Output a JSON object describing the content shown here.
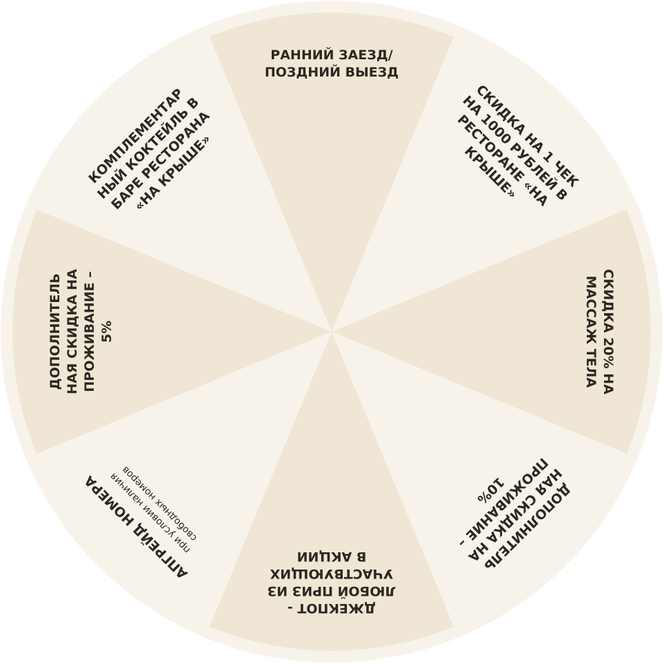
{
  "wheel": {
    "outer_ring_color": "#ffffff",
    "rim_color": "#f8f3ea",
    "light_color": "#f8f3ea",
    "dark_color": "#f0e6d5",
    "text_color": "#2b2722",
    "segments": [
      {
        "id": "early-checkin",
        "shade": "dark",
        "lines": [
          "РАННИЙ ЗАЕЗД/",
          "ПОЗДНИЙ ВЫЕЗД"
        ]
      },
      {
        "id": "restaurant-discount",
        "shade": "light",
        "lines": [
          "СКИДКА НА 1 ЧЕК",
          "НА 1000 РУБЛЕЙ В",
          "РЕСТОРАНЕ «НА",
          "КРЫШЕ»"
        ]
      },
      {
        "id": "massage-discount",
        "shade": "dark",
        "lines": [
          "СКИДКА 20% НА",
          "МАССАЖ ТЕЛА"
        ]
      },
      {
        "id": "stay-discount-10",
        "shade": "light",
        "lines": [
          "ДОПОЛНИТЕЛЬ",
          "НАЯ СКИДКА НА",
          "ПРОЖИВАНИЕ –",
          "10%"
        ]
      },
      {
        "id": "jackpot",
        "shade": "dark",
        "lines": [
          "ДЖЕКПОТ -",
          "ЛЮБОЙ ПРИЗ ИЗ",
          "УЧАСТВУЮЩИХ",
          "В АКЦИИ"
        ]
      },
      {
        "id": "room-upgrade",
        "shade": "light",
        "lines": [
          "АПГРЕЙД НОМЕРА"
        ],
        "small_lines": [
          "при условии наличия",
          "свободных номеров"
        ]
      },
      {
        "id": "stay-discount-5",
        "shade": "dark",
        "lines": [
          "ДОПОЛНИТЕЛЬ",
          "НАЯ СКИДКА НА",
          "ПРОЖИВАНИЕ –",
          "5%"
        ]
      },
      {
        "id": "complimentary-cocktail",
        "shade": "light",
        "lines": [
          "КОМПЛЕМЕНТАР",
          "НЫЙ КОКТЕЙЛЬ В",
          "БАРЕ РЕСТОРАНА",
          "«НА КРЫШЕ»"
        ]
      }
    ]
  }
}
